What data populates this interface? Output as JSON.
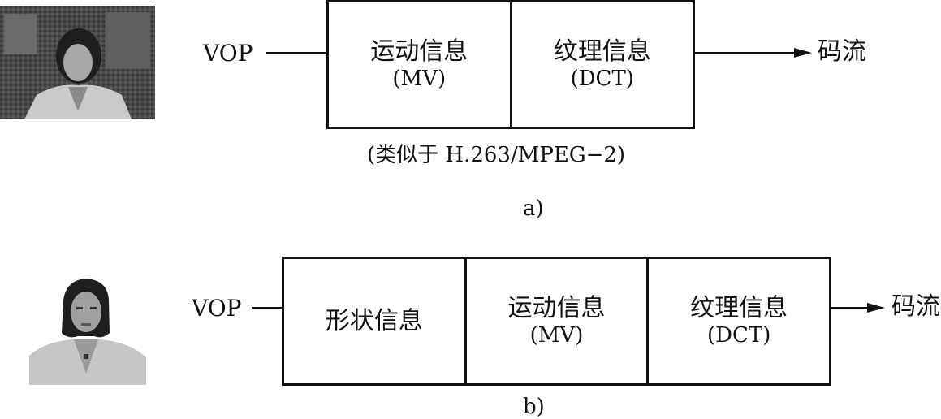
{
  "diagram_a": {
    "input_label": "VOP",
    "blocks": [
      {
        "title": "运动信息",
        "sub": "(MV)"
      },
      {
        "title": "纹理信息",
        "sub": "(DCT)"
      }
    ],
    "output_label": "码流",
    "note": "(类似于 H.263/MPEG−2)",
    "caption": "a)"
  },
  "diagram_b": {
    "input_label": "VOP",
    "blocks": [
      {
        "title": "形状信息",
        "sub": ""
      },
      {
        "title": "运动信息",
        "sub": "(MV)"
      },
      {
        "title": "纹理信息",
        "sub": "(DCT)"
      }
    ],
    "output_label": "码流",
    "caption": "b)"
  }
}
